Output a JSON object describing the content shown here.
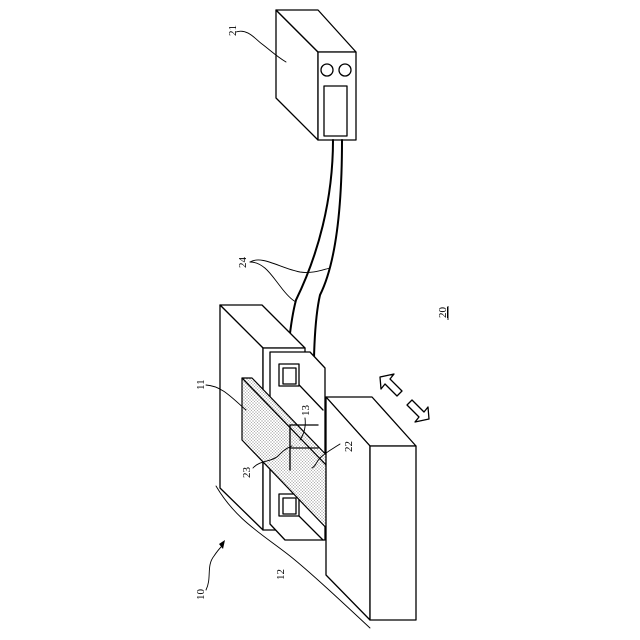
{
  "figure": {
    "labels": {
      "device": "10",
      "stage": "11",
      "slider": "12",
      "slot": "13",
      "system": "20",
      "controller": "21",
      "probe": "22",
      "sample": "23",
      "cables": "24"
    }
  }
}
